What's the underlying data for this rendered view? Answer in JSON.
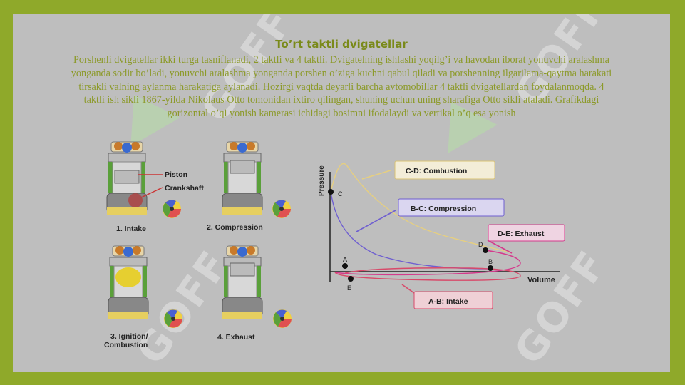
{
  "slide": {
    "title": "To’rt taktli dvigatellar",
    "paragraph": "Porshenli dvigatellar ikki turga tasniflanadi, 2 taktli va 4 taktli. Dvigatelning ishlashi yoqilg’i va havodan iborat yonuvchi aralashma yonganda sodir bo’ladi, yonuvchi aralashma yonganda porshen o’ziga kuchni qabul qiladi va porshenning ilgarilama-qaytma harakati tirsakli valning aylanma harakatiga aylanadi. Hozirgi vaqtda deyarli barcha avtomobillar 4 taktli dvigatellardan foydalanmoqda. 4 taktli ish sikli 1867-yilda Nikolaus Otto tomonidan ixtiro qilingan, shuning uchun uning sharafiga Otto sikli ataladi. Grafikdagi gorizontal o’qi yonish kamerasi ichidagi bosimni ifodalaydi va vertikal o’q esa yonish"
  },
  "engine_diagram": {
    "part_labels": {
      "piston": "Piston",
      "crankshaft": "Crankshaft"
    },
    "strokes": [
      {
        "label": "1. Intake"
      },
      {
        "label": "2. Compression"
      },
      {
        "label_line1": "3. Ignition/",
        "label_line2": "Combustion"
      },
      {
        "label": "4. Exhaust"
      }
    ]
  },
  "pv_diagram": {
    "axis_labels": {
      "y": "Pressure",
      "x": "Volume"
    },
    "points": {
      "a": "A",
      "b": "B",
      "c": "C",
      "d": "D",
      "e": "E"
    },
    "callouts": {
      "combustion": "C-D: Combustion",
      "compression": "B-C: Compression",
      "exhaust": "D-E: Exhaust",
      "intake": "A-B: Intake"
    },
    "colors": {
      "combustion": "#e6cf80",
      "compression": "#6f5fd0",
      "exhaust": "#d43a8c",
      "intake": "#d84a6a"
    }
  },
  "watermark": "GOFF"
}
